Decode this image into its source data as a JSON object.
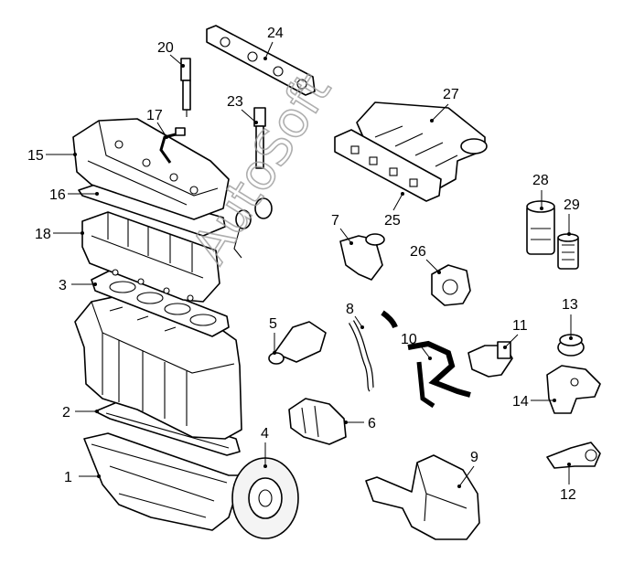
{
  "watermark": "AutoSoft",
  "parts": [
    {
      "id": "1",
      "label": "1"
    },
    {
      "id": "2",
      "label": "2"
    },
    {
      "id": "3",
      "label": "3"
    },
    {
      "id": "4",
      "label": "4"
    },
    {
      "id": "5",
      "label": "5"
    },
    {
      "id": "6",
      "label": "6"
    },
    {
      "id": "7",
      "label": "7"
    },
    {
      "id": "8",
      "label": "8"
    },
    {
      "id": "9",
      "label": "9"
    },
    {
      "id": "10",
      "label": "10"
    },
    {
      "id": "11",
      "label": "11"
    },
    {
      "id": "12",
      "label": "12"
    },
    {
      "id": "13",
      "label": "13"
    },
    {
      "id": "14",
      "label": "14"
    },
    {
      "id": "15",
      "label": "15"
    },
    {
      "id": "16",
      "label": "16"
    },
    {
      "id": "17",
      "label": "17"
    },
    {
      "id": "18",
      "label": "18"
    },
    {
      "id": "20",
      "label": "20"
    },
    {
      "id": "23",
      "label": "23"
    },
    {
      "id": "24",
      "label": "24"
    },
    {
      "id": "25",
      "label": "25"
    },
    {
      "id": "26",
      "label": "26"
    },
    {
      "id": "27",
      "label": "27"
    },
    {
      "id": "28",
      "label": "28"
    },
    {
      "id": "29",
      "label": "29"
    }
  ]
}
